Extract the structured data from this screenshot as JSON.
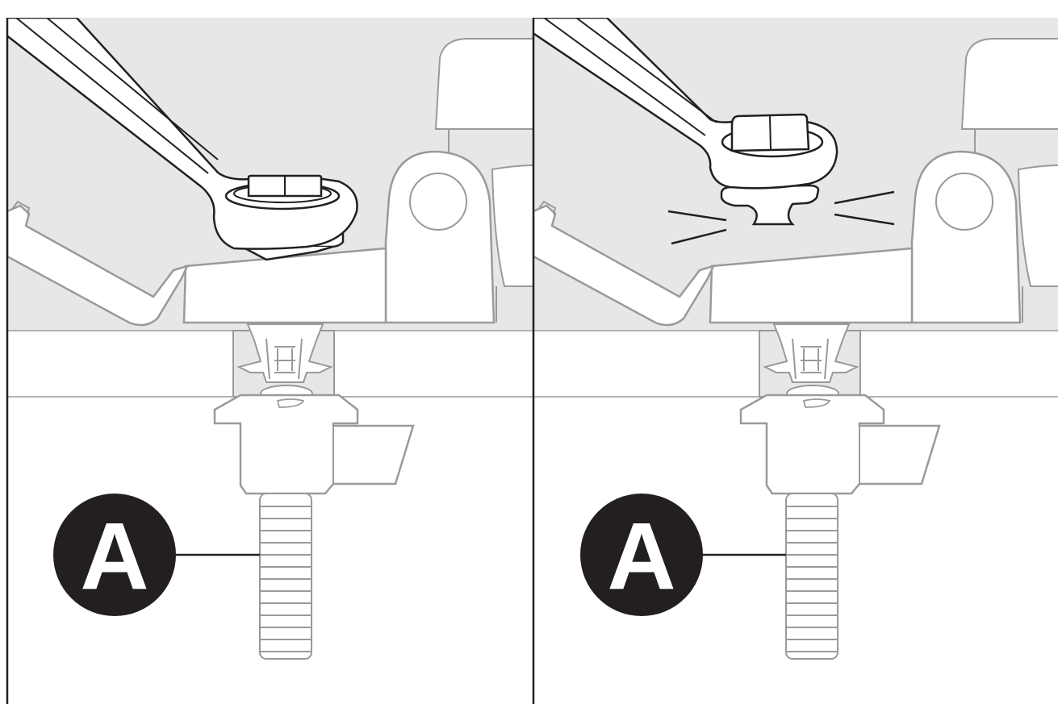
{
  "figure": {
    "panels": [
      {
        "callout": {
          "label": "A"
        },
        "state": "nut tightened"
      },
      {
        "callout": {
          "label": "A"
        },
        "state": "nut snapped off"
      }
    ],
    "colors": {
      "upper_background": "#e6e7e9",
      "lower_background": "#ffffff",
      "outline": "#231f20",
      "part_outline": "#9a9a9a",
      "part_fill": "#ffffff",
      "callout_fill": "#231f20",
      "callout_text": "#ffffff"
    }
  }
}
